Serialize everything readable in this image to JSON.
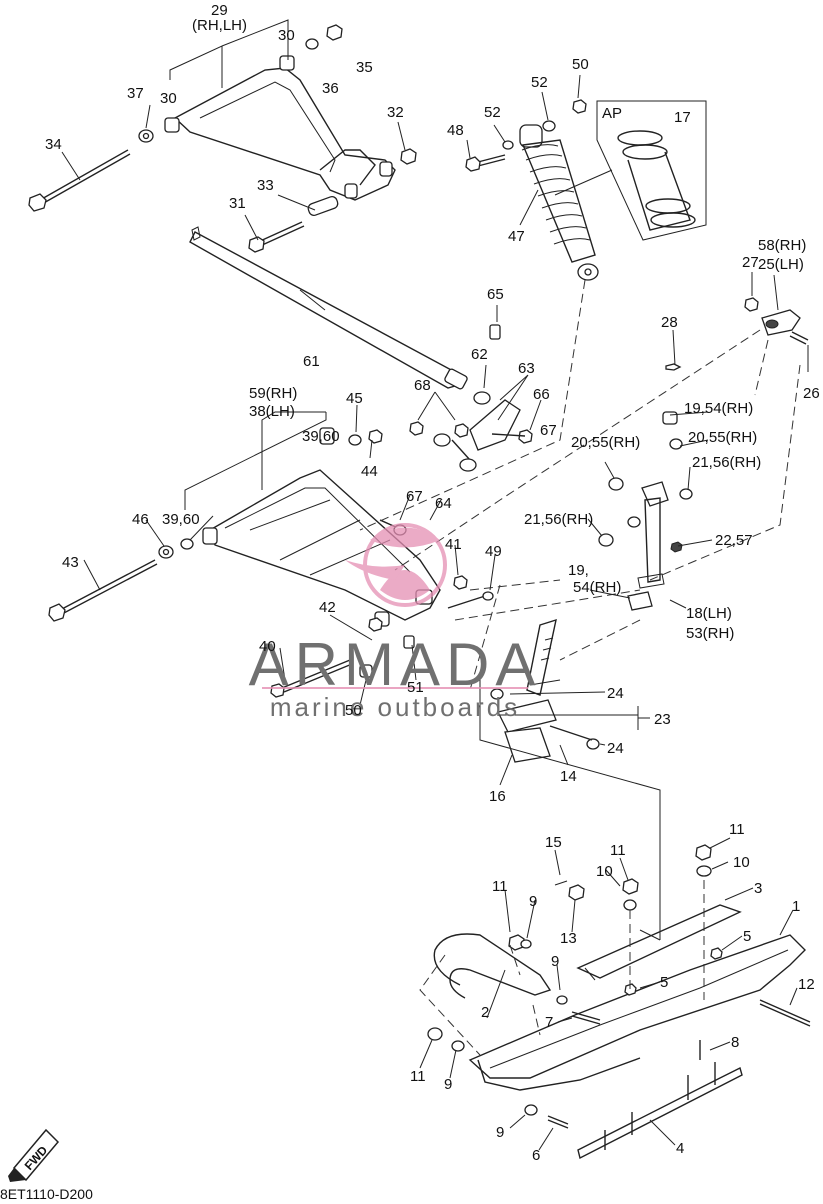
{
  "diagram_code": "8ET1110-D200",
  "watermark": {
    "brand": "ARMADA",
    "tagline": "marine outboards",
    "color_text": "#6e6e6e",
    "color_logo": "#e58fb4"
  },
  "fwd_badge": "FWD",
  "ap_label": "AP",
  "callouts": {
    "c29": "29",
    "c29_side": "(RH,LH)",
    "c30a": "30",
    "c30b": "30",
    "c35": "35",
    "c36": "36",
    "c37": "37",
    "c34": "34",
    "c32": "32",
    "c33": "33",
    "c31": "31",
    "c61": "61",
    "c48": "48",
    "c52a": "52",
    "c52b": "52",
    "c50a": "50",
    "c17": "17",
    "c47": "47",
    "c58_25a": "58(RH)",
    "c58_25b": "25(LH)",
    "c27": "27",
    "c26": "26",
    "c65": "65",
    "c62": "62",
    "c63": "63",
    "c66": "66",
    "c67a": "67",
    "c68": "68",
    "c59_38a": "59(RH)",
    "c59_38b": "38(LH)",
    "c45": "45",
    "c39_60a": "39,60",
    "c44": "44",
    "c28": "28",
    "c19_54a": "19,54(RH)",
    "c20_55a": "20,55(RH)",
    "c20_55b": "20,55(RH)",
    "c21_56a": "21,56(RH)",
    "c21_56b": "21,56(RH)",
    "c22_57": "22,57",
    "c46": "46",
    "c39_60b": "39,60",
    "c67b": "67",
    "c64": "64",
    "c43": "43",
    "c41": "41",
    "c49": "49",
    "c19_54b_1": "19,",
    "c19_54b_2": "54(RH)",
    "c18_53a": "18(LH)",
    "c18_53b": "53(RH)",
    "c42": "42",
    "c40": "40",
    "c50b": "50",
    "c51": "51",
    "c24a": "24",
    "c23": "23",
    "c24b": "24",
    "c14": "14",
    "c16": "16",
    "c15": "15",
    "c11a": "11",
    "c11b": "11",
    "c10a": "10",
    "c11c": "11",
    "c10b": "10",
    "c3": "3",
    "c9a": "9",
    "c13": "13",
    "c1": "1",
    "c5a": "5",
    "c5b": "5",
    "c9b": "9",
    "c2": "2",
    "c12": "12",
    "c7": "7",
    "c8": "8",
    "c11d": "11",
    "c9c": "9",
    "c9d": "9",
    "c6": "6",
    "c4": "4"
  }
}
